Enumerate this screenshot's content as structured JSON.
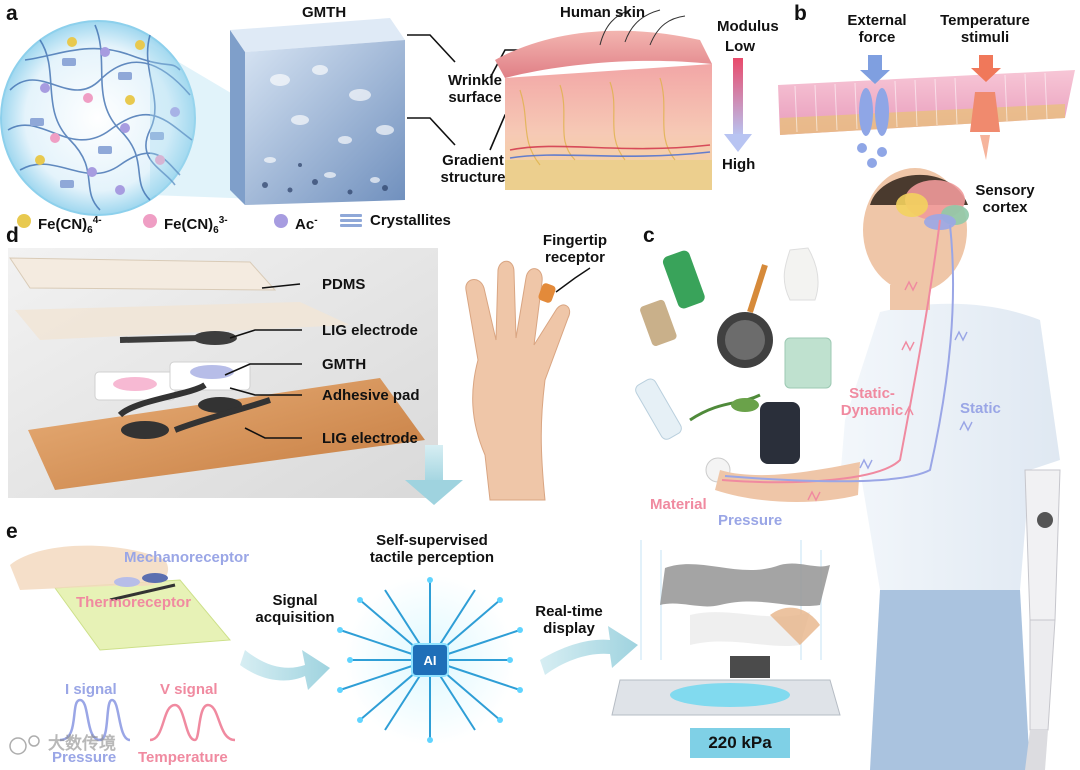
{
  "panels": {
    "a": "a",
    "b": "b",
    "c": "c",
    "d": "d",
    "e": "e"
  },
  "panel_a": {
    "title": "GMTH",
    "skin_label": "Human skin",
    "wrinkle_label_1": "Wrinkle",
    "wrinkle_label_2": "surface",
    "gradient_label_1": "Gradient",
    "gradient_label_2": "structure",
    "modulus_title": "Modulus",
    "modulus_low": "Low",
    "modulus_high": "High",
    "legend": {
      "ferrocyanide_base": "Fe(CN)",
      "ferrocyanide_sub": "6",
      "ferrocyanide_sup": "4-",
      "ferricyanide_base": "Fe(CN)",
      "ferricyanide_sub": "6",
      "ferricyanide_sup": "3-",
      "acetate_base": "Ac",
      "acetate_sup": "-",
      "crystallites": "Crystallites"
    },
    "colors": {
      "ferrocyanide": "#e8c94f",
      "ferricyanide": "#ef9ec4",
      "acetate": "#a79ce0",
      "crystallites": "#8fa8d8"
    }
  },
  "panel_b": {
    "external_force_1": "External",
    "external_force_2": "force",
    "temperature_1": "Temperature",
    "temperature_2": "stimuli"
  },
  "panel_c": {
    "sensory_1": "Sensory",
    "sensory_2": "cortex",
    "static_dynamic_1": "Static-",
    "static_dynamic_2": "Dynamic",
    "static": "Static",
    "material": "Material",
    "pressure": "Pressure",
    "colors": {
      "pink_pathway": "#f08aa0",
      "blue_pathway": "#9aa6e6"
    }
  },
  "panel_d": {
    "pdms": "PDMS",
    "lig_top": "LIG electrode",
    "gmth": "GMTH",
    "adhesive": "Adhesive pad",
    "lig_bottom": "LIG electrode",
    "fingertip_1": "Fingertip",
    "fingertip_2": "receptor"
  },
  "panel_e": {
    "mechanoreceptor": "Mechanoreceptor",
    "thermoreceptor": "Thermoreceptor",
    "signal_acq_1": "Signal",
    "signal_acq_2": "acquisition",
    "self_sup_1": "Self-supervised",
    "self_sup_2": "tactile perception",
    "realtime_1": "Real-time",
    "realtime_2": "display",
    "i_signal": "I signal",
    "v_signal": "V signal",
    "pressure": "Pressure",
    "temperature": "Temperature",
    "chip_label": "AI",
    "pressure_value": "220 kPa"
  },
  "watermark": "大数传境"
}
